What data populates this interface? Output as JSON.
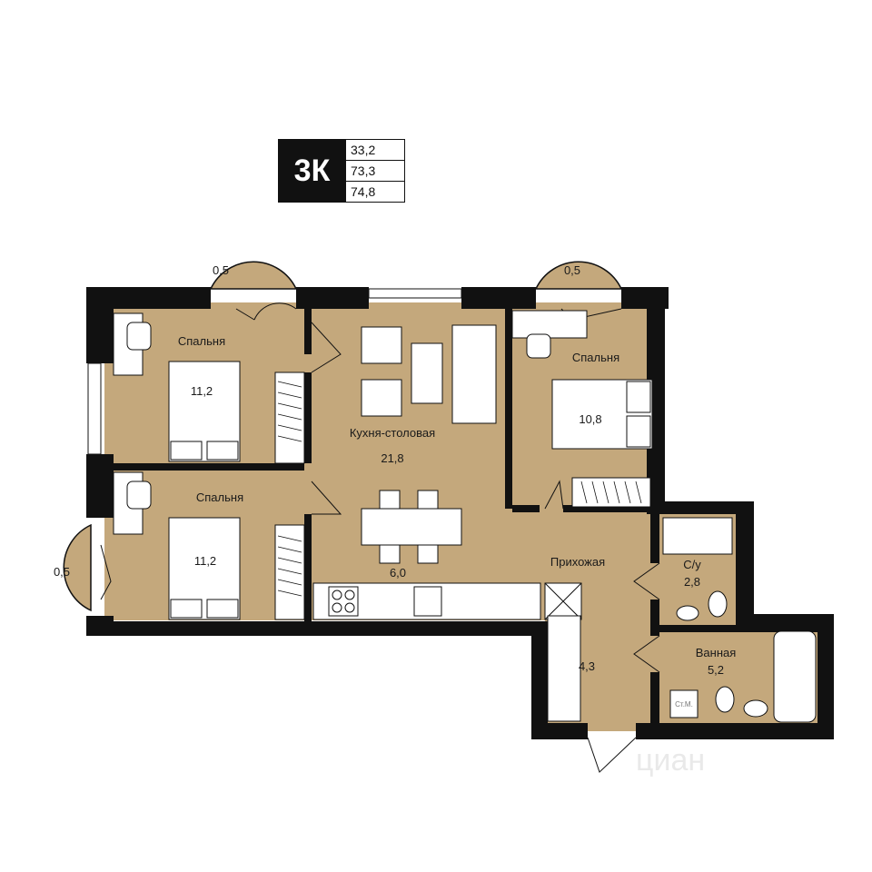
{
  "badge": {
    "type": "3К",
    "areas": [
      "33,2",
      "73,3",
      "74,8"
    ]
  },
  "rooms": {
    "bedroom_top_left": {
      "name": "Спальня",
      "area": "11,2"
    },
    "bedroom_bottom_left": {
      "name": "Спальня",
      "area": "11,2"
    },
    "bedroom_right": {
      "name": "Спальня",
      "area": "10,8"
    },
    "kitchen": {
      "name": "Кухня-столовая",
      "area": "21,8"
    },
    "kitchen_zone": {
      "area": "6,0"
    },
    "hallway": {
      "name": "Прихожая",
      "area": "4,3"
    },
    "wc": {
      "name": "С/у",
      "area": "2,8"
    },
    "bathroom": {
      "name": "Ванная",
      "area": "5,2"
    },
    "balcony_top_left": {
      "area": "0,5"
    },
    "balcony_top_right": {
      "area": "0,5"
    },
    "balcony_left": {
      "area": "0,5"
    },
    "washer": {
      "label": "Ст.М."
    }
  },
  "watermark": {
    "text": "циан"
  },
  "colors": {
    "floor": "#c4a87c",
    "wall": "#111111",
    "furniture": "#ffffff",
    "text": "#1a1a1a"
  }
}
